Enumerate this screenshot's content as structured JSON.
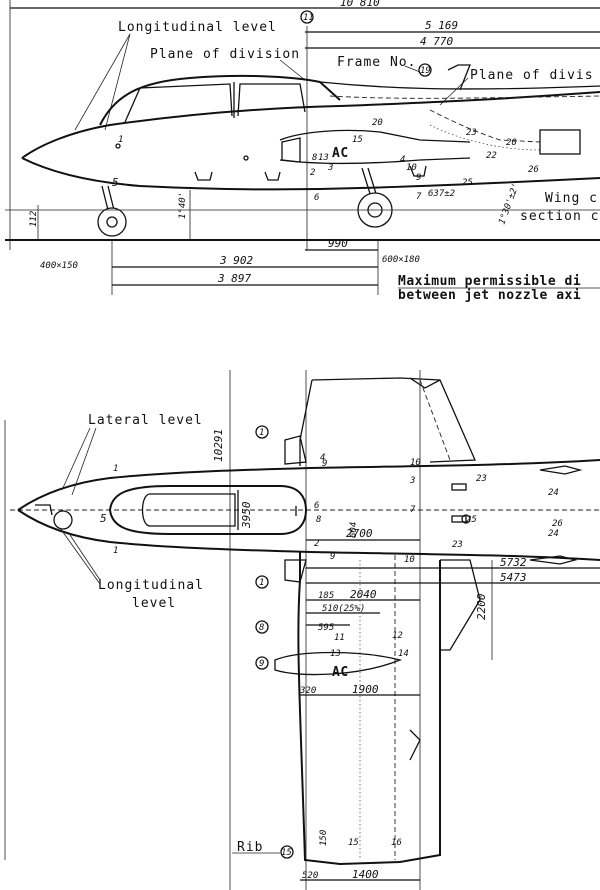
{
  "side_view": {
    "labels": {
      "longitudinal_level": "Longitudinal level",
      "plane_of_division": "Plane of division",
      "frame_no": "Frame No.",
      "plane_of_division_cut": "Plane of divis",
      "wing_section": "Wing c",
      "section": "section c",
      "max_permissible_1": "Maximum permissible di",
      "max_permissible_2": "between jet nozzle axi",
      "ac": "AC"
    },
    "dimensions": {
      "overall": "10 810",
      "d5169": "5 169",
      "d4770": "4 770",
      "d3902": "3 902",
      "d3897": "3 897",
      "d990": "990",
      "nose_wheel": "400×150",
      "main_wheel": "600×180",
      "d112": "112",
      "angle_nose": "1°40'",
      "angle_wing": "1°30'±2'",
      "d637": "637±2"
    },
    "markers": {
      "frame_11": "11",
      "frame_19": "19",
      "m1": "1",
      "m2": "2",
      "m3": "3",
      "m4": "4",
      "m5": "5",
      "m6": "6",
      "m7": "7",
      "m8": "8",
      "m9": "9",
      "m10": "10",
      "m13": "13",
      "m15": "15",
      "m20": "20",
      "m22": "22",
      "m23": "23",
      "m25": "25",
      "m26": "26"
    }
  },
  "top_view": {
    "labels": {
      "lateral_level": "Lateral level",
      "longitudinal_level_1": "Longitudinal",
      "longitudinal_level_2": "level",
      "rib": "Rib",
      "ac": "AC"
    },
    "dimensions": {
      "d10291": "10291",
      "d3950": "3950",
      "d2700": "2700",
      "d5732": "5732",
      "d5473": "5473",
      "d2200": "2200",
      "d185": "185",
      "d2040": "2040",
      "d510": "510(25%)",
      "d595": "595",
      "d1900": "1900",
      "d320": "320",
      "d520": "520",
      "d1400": "1400",
      "d150": "150",
      "d604": "604"
    },
    "markers": {
      "circle_1a": "1",
      "circle_1b": "1",
      "circle_8": "8",
      "circle_9": "9",
      "circle_rib": "15",
      "m1a": "1",
      "m1b": "1",
      "m2": "2",
      "m3": "3",
      "m4": "4",
      "m5": "5",
      "m6": "6",
      "m7": "7",
      "m8": "8",
      "m9": "9",
      "m9b": "9",
      "m10": "10",
      "m10b": "10",
      "m11": "11",
      "m12": "12",
      "m13": "13",
      "m14": "14",
      "m15": "15",
      "m16": "16",
      "m23": "23",
      "m23b": "23",
      "m24": "24",
      "m24b": "24",
      "m25": "25",
      "m26": "26"
    }
  }
}
